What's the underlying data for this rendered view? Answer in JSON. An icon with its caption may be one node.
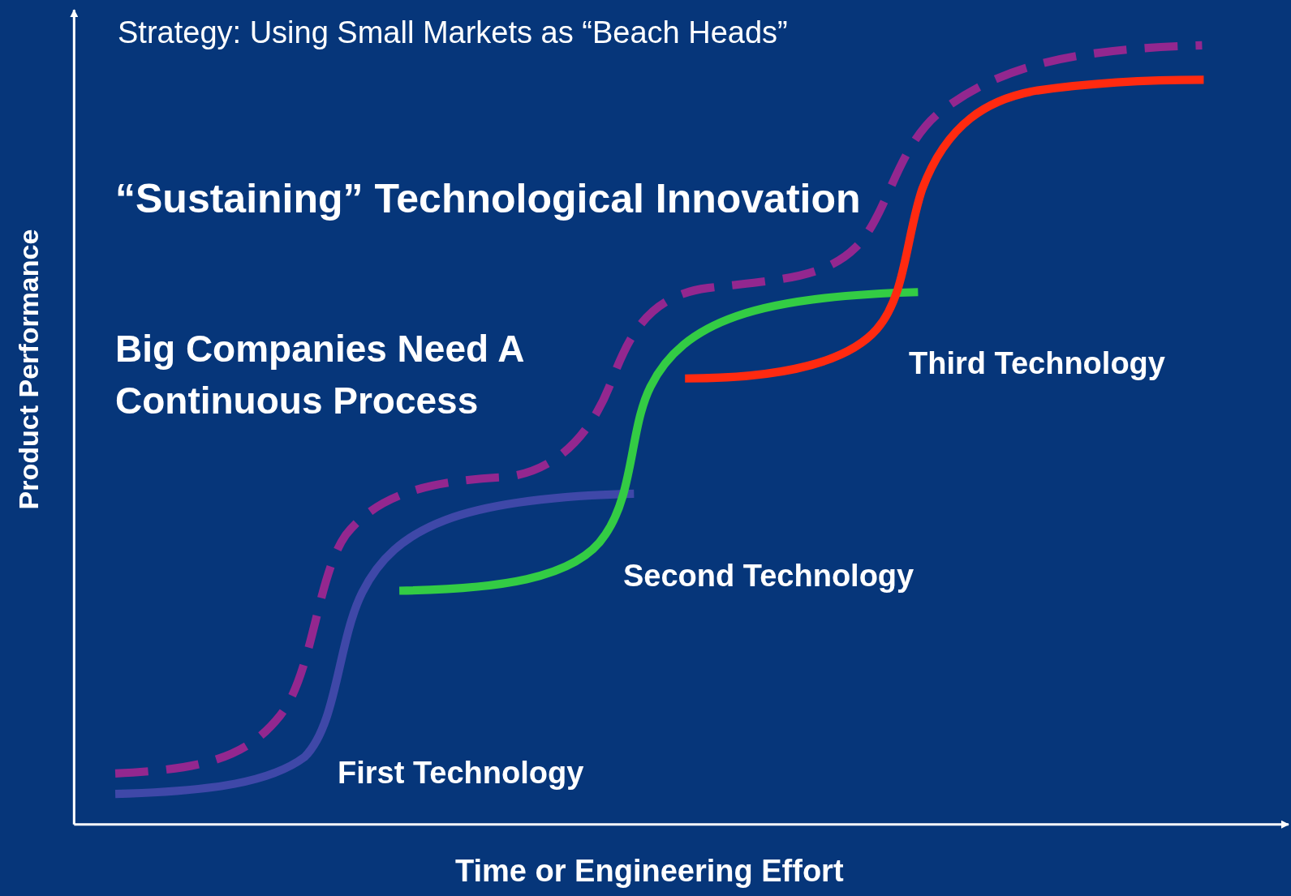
{
  "diagram": {
    "title": "Strategy: Using Small Markets as “Beach Heads”",
    "labels": [
      "“Sustaining” Technological Innovation",
      "Big Companies Need A Continuous Process",
      "Third Technology",
      "Product Performance",
      "Second Technology",
      "First Technology",
      "Time or Engineering Effort"
    ]
  }
}
